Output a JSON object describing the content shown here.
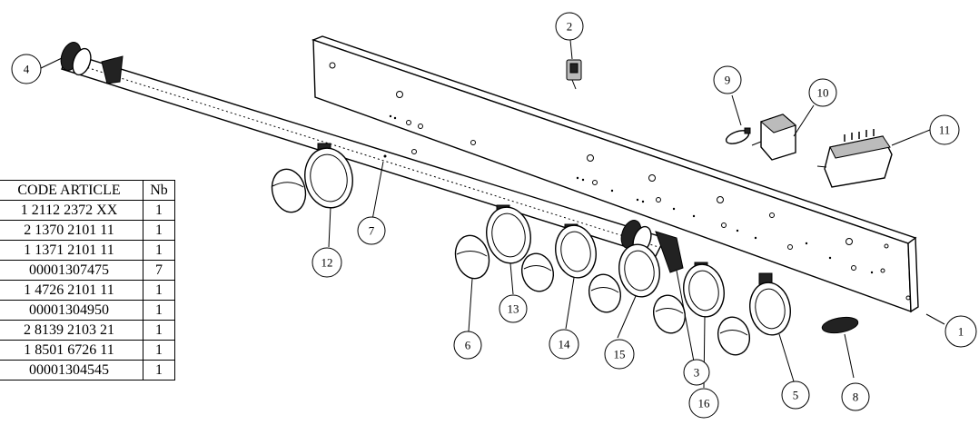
{
  "parts_table": {
    "headers": [
      "CODE ARTICLE",
      "Nb"
    ],
    "rows": [
      {
        "code": "1 2112 2372 XX",
        "nb": "1"
      },
      {
        "code": "2 1370 2101 11",
        "nb": "1"
      },
      {
        "code": "1 1371 2101 11",
        "nb": "1"
      },
      {
        "code": "00001307475",
        "nb": "7"
      },
      {
        "code": "1 4726 2101 11",
        "nb": "1"
      },
      {
        "code": "00001304950",
        "nb": "1"
      },
      {
        "code": "2 8139 2103 21",
        "nb": "1"
      },
      {
        "code": "1 8501 6726 11",
        "nb": "1"
      },
      {
        "code": "00001304545",
        "nb": "1"
      }
    ]
  },
  "callouts": [
    "1",
    "2",
    "3",
    "4",
    "5",
    "6",
    "7",
    "8",
    "9",
    "10",
    "11",
    "12",
    "13",
    "14",
    "15",
    "16"
  ]
}
